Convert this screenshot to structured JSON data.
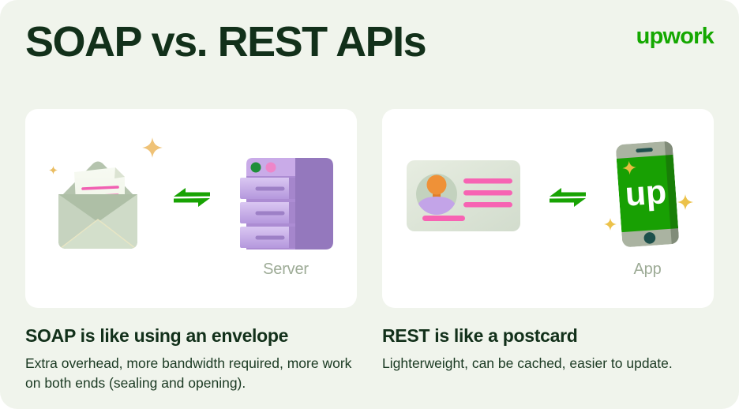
{
  "header": {
    "title": "SOAP vs. REST APIs",
    "brand": "upwork"
  },
  "colors": {
    "background": "#f0f4ec",
    "card": "#ffffff",
    "text_dark_green": "#12301a",
    "brand_green": "#14a800",
    "arrow_green": "#18a303",
    "label_gray": "#9dab96",
    "accent_pink": "#f160b2",
    "accent_purple": "#b493dd",
    "sparkle_gold": "#eec267"
  },
  "cards": [
    {
      "id": "soap",
      "left_illustration": "envelope",
      "right_illustration": "server",
      "device_label": "Server",
      "heading": "SOAP is like using an envelope",
      "description": "Extra overhead, more bandwidth required, more work on both ends (sealing and opening)."
    },
    {
      "id": "rest",
      "left_illustration": "postcard",
      "right_illustration": "phone",
      "phone_logo": "up",
      "device_label": "App",
      "heading": "REST is like a postcard",
      "description": "Lighterweight, can be cached, easier to update."
    }
  ]
}
